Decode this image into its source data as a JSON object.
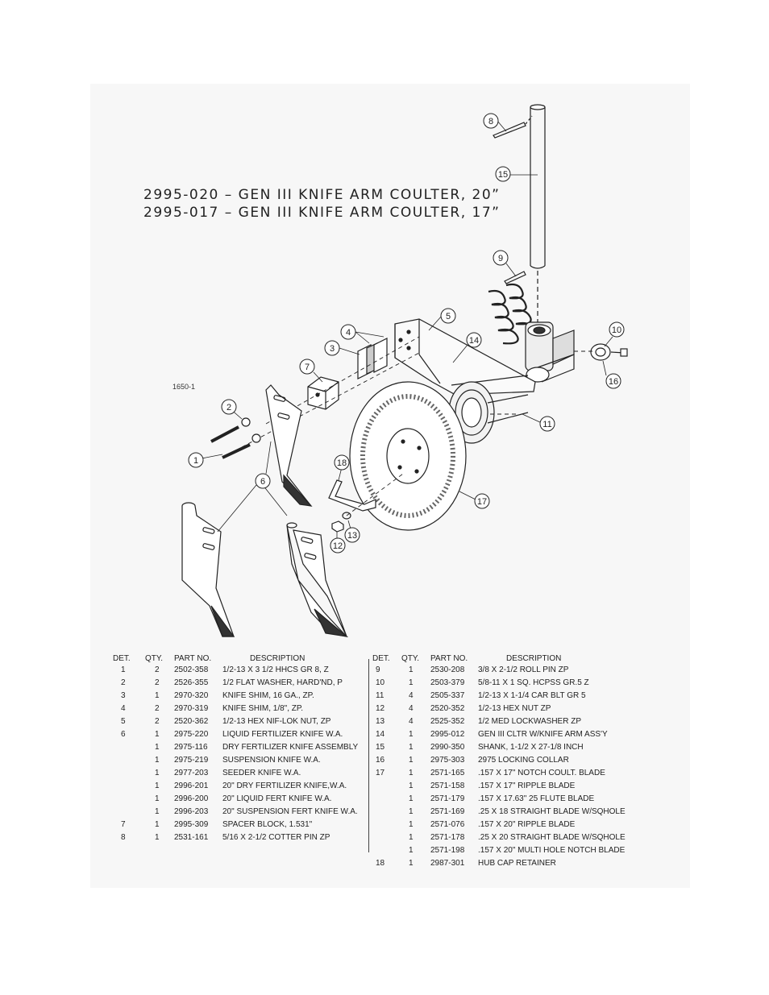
{
  "titles": [
    "2995-020  –  GEN III KNIFE ARM COULTER, 20”",
    "2995-017  –  GEN III KNIFE ARM COULTER, 17”"
  ],
  "drawing_number": "1650-1",
  "callouts": [
    "1",
    "2",
    "3",
    "4",
    "5",
    "6",
    "7",
    "8",
    "9",
    "10",
    "11",
    "12",
    "13",
    "14",
    "15",
    "16",
    "17",
    "18"
  ],
  "headers": {
    "det": "DET.",
    "qty": "QTY.",
    "part": "PART NO.",
    "desc": "DESCRIPTION"
  },
  "left_rows": [
    {
      "det": "1",
      "qty": "2",
      "part": "2502-358",
      "desc": "1/2-13 X 3 1/2 HHCS GR 8, Z"
    },
    {
      "det": "2",
      "qty": "2",
      "part": "2526-355",
      "desc": "1/2 FLAT WASHER, HARD'ND, P"
    },
    {
      "det": "3",
      "qty": "1",
      "part": "2970-320",
      "desc": "KNIFE SHIM, 16 GA., ZP."
    },
    {
      "det": "4",
      "qty": "2",
      "part": "2970-319",
      "desc": "KNIFE SHIM, 1/8\", ZP."
    },
    {
      "det": "5",
      "qty": "2",
      "part": "2520-362",
      "desc": "1/2-13 HEX NIF-LOK NUT, ZP"
    },
    {
      "det": "6",
      "qty": "1",
      "part": "2975-220",
      "desc": "LIQUID FERTILIZER KNIFE W.A."
    },
    {
      "det": "",
      "qty": "1",
      "part": "2975-116",
      "desc": "DRY FERTILIZER KNIFE ASSEMBLY"
    },
    {
      "det": "",
      "qty": "1",
      "part": "2975-219",
      "desc": "SUSPENSION KNIFE W.A."
    },
    {
      "det": "",
      "qty": "1",
      "part": "2977-203",
      "desc": "SEEDER KNIFE W.A."
    },
    {
      "det": "",
      "qty": "1",
      "part": "2996-201",
      "desc": "20\" DRY FERTILIZER KNIFE,W.A."
    },
    {
      "det": "",
      "qty": "1",
      "part": "2996-200",
      "desc": "20\" LIQUID FERT KNIFE W.A."
    },
    {
      "det": "",
      "qty": "1",
      "part": "2996-203",
      "desc": "20\" SUSPENSION FERT KNIFE W.A."
    },
    {
      "det": "7",
      "qty": "1",
      "part": "2995-309",
      "desc": "SPACER BLOCK, 1.531\""
    },
    {
      "det": "8",
      "qty": "1",
      "part": "2531-161",
      "desc": "5/16 X 2-1/2 COTTER PIN ZP"
    }
  ],
  "right_rows": [
    {
      "det": "9",
      "qty": "1",
      "part": "2530-208",
      "desc": "3/8 X 2-1/2 ROLL PIN ZP"
    },
    {
      "det": "10",
      "qty": "1",
      "part": "2503-379",
      "desc": "5/8-11 X 1 SQ. HCPSS GR.5 Z"
    },
    {
      "det": "11",
      "qty": "4",
      "part": "2505-337",
      "desc": "1/2-13 X 1-1/4 CAR BLT GR 5"
    },
    {
      "det": "12",
      "qty": "4",
      "part": "2520-352",
      "desc": "1/2-13 HEX NUT ZP"
    },
    {
      "det": "13",
      "qty": "4",
      "part": "2525-352",
      "desc": "1/2 MED LOCKWASHER ZP"
    },
    {
      "det": "14",
      "qty": "1",
      "part": "2995-012",
      "desc": "GEN III CLTR W/KNIFE ARM ASS'Y"
    },
    {
      "det": "15",
      "qty": "1",
      "part": "2990-350",
      "desc": "SHANK, 1-1/2 X 27-1/8 INCH"
    },
    {
      "det": "16",
      "qty": "1",
      "part": "2975-303",
      "desc": "2975 LOCKING COLLAR"
    },
    {
      "det": "17",
      "qty": "1",
      "part": "2571-165",
      "desc": ".157 X 17\" NOTCH COULT. BLADE"
    },
    {
      "det": "",
      "qty": "1",
      "part": "2571-158",
      "desc": ".157 X 17\" RIPPLE BLADE"
    },
    {
      "det": "",
      "qty": "1",
      "part": "2571-179",
      "desc": ".157 X 17.63\" 25 FLUTE BLADE"
    },
    {
      "det": "",
      "qty": "1",
      "part": "2571-169",
      "desc": ".25 X 18 STRAIGHT BLADE W/SQHOLE"
    },
    {
      "det": "",
      "qty": "1",
      "part": "2571-076",
      "desc": ".157 X 20\" RIPPLE BLADE"
    },
    {
      "det": "",
      "qty": "1",
      "part": "2571-178",
      "desc": ".25 X 20 STRAIGHT BLADE W/SQHOLE"
    },
    {
      "det": "",
      "qty": "1",
      "part": "2571-198",
      "desc": ".157 X 20\" MULTI HOLE NOTCH BLADE"
    },
    {
      "det": "18",
      "qty": "1",
      "part": "2987-301",
      "desc": "HUB CAP RETAINER"
    }
  ]
}
